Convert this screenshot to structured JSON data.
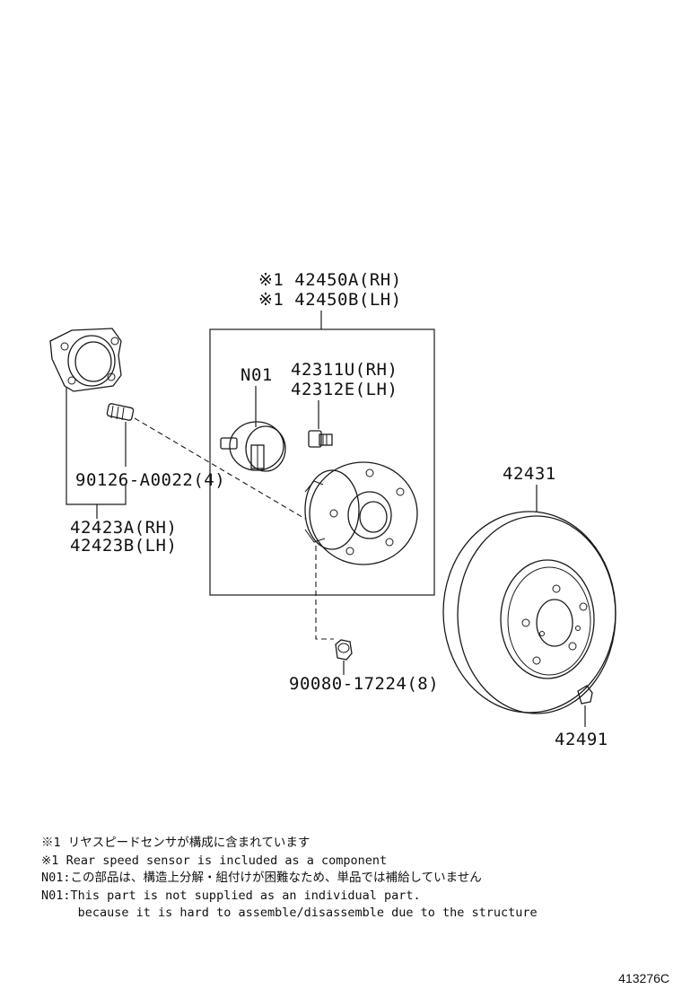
{
  "labels": {
    "assembly_line1": "※1 42450A(RH)",
    "assembly_line2": "※1 42450B(LH)",
    "n01": "N01",
    "bolt_line1": "42311U(RH)",
    "bolt_line2": "42312E(LH)",
    "stud": "90126-A0022(4)",
    "plate_line1": "42423A(RH)",
    "plate_line2": "42423B(LH)",
    "disc": "42431",
    "nut": "90080-17224(8)",
    "screw": "42491"
  },
  "notes": [
    "※1 リヤスピードセンサが構成に含まれています",
    "※1 Rear speed sensor is included as a component",
    "N01:この部品は、構造上分解・組付けが困難なため、単品では補給していません",
    "N01:This part is not supplied as an individual part.",
    "     because it is hard to assemble/disassemble due to the structure"
  ],
  "diagram_code": "413276C"
}
